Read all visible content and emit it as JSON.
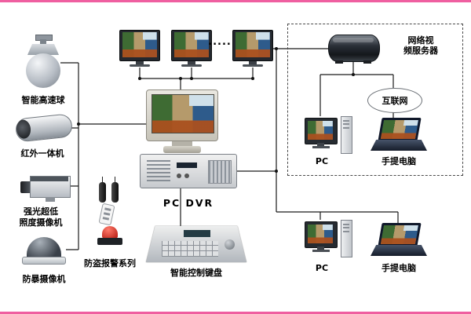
{
  "colors": {
    "accent_edge": "#ef5fa0",
    "wire": "#1a1a1a"
  },
  "labels": {
    "speed_dome": "智能高速球",
    "ir_camera": "红外一体机",
    "lowlight_line1": "强光超低",
    "lowlight_line2": "照度摄像机",
    "vandal": "防暴摄像机",
    "alarm_series": "防盗报警系列",
    "pc_dvr": "PC DVR",
    "keyboard": "智能控制键盘",
    "nvs_line1": "网络视",
    "nvs_line2": "频服务器",
    "internet": "互联网",
    "pc_top": "PC",
    "laptop_top": "手提电脑",
    "pc_bottom": "PC",
    "laptop_bottom": "手提电脑",
    "monitor_ellipsis": "......"
  }
}
